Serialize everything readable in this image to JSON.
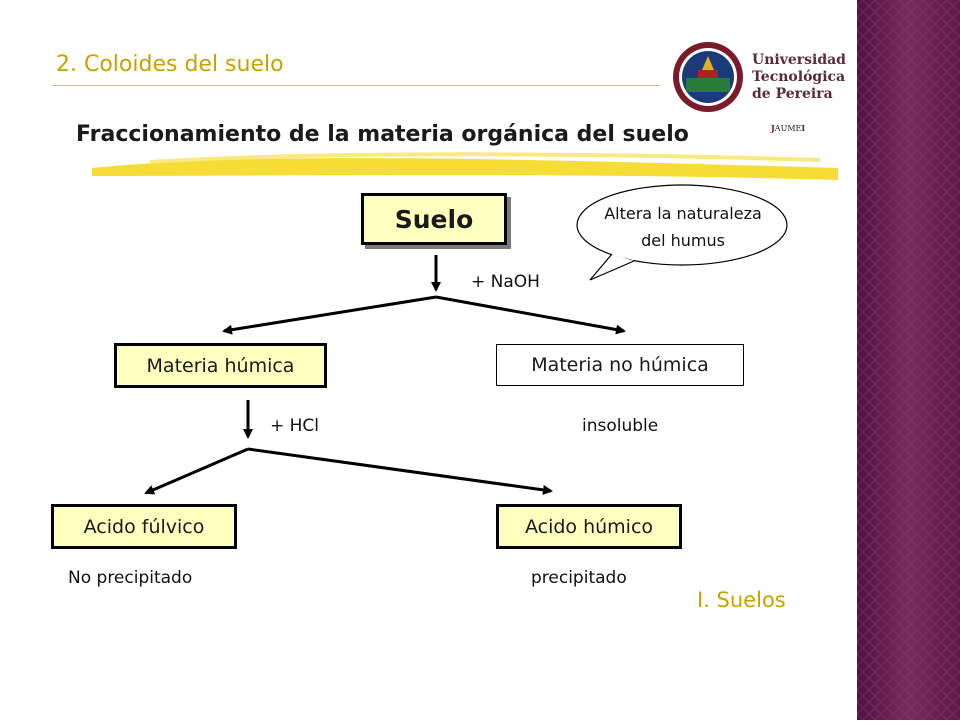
{
  "header": {
    "section_title": "2. Coloides del suelo"
  },
  "logo": {
    "line1": "Universidad",
    "line2": "Tecnológica",
    "line3": "de Pereira",
    "tag_j": "J",
    "tag_mid": "AUME",
    "tag_i": "I"
  },
  "diagram": {
    "title": "Fraccionamiento de la materia orgánica del suelo",
    "nodes": {
      "suelo": "Suelo",
      "materia_humica": "Materia húmica",
      "materia_no_humica": "Materia no húmica",
      "acido_fulvico": "Acido fúlvico",
      "acido_humico": "Acido húmico"
    },
    "reagents": {
      "naoh": "+ NaOH",
      "hcl": "+ HCl"
    },
    "annotations": {
      "insoluble": "insoluble",
      "no_precipitado": "No precipitado",
      "precipitado": "precipitado"
    },
    "callout": {
      "line1": "Altera la naturaleza",
      "line2": "del humus"
    }
  },
  "footer": {
    "section": "I. Suelos"
  },
  "colors": {
    "accent": "#c9a200",
    "box_fill": "#ffffc0",
    "side_bar": "#6a2050",
    "highlight": "#f5d820"
  }
}
